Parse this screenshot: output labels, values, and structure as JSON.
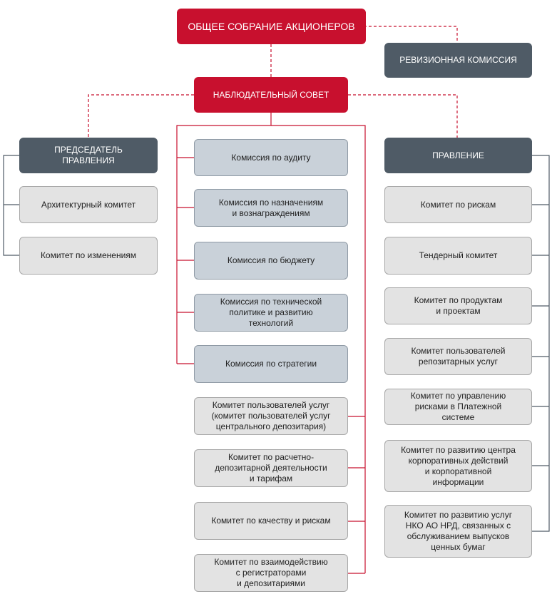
{
  "colors": {
    "red": "#c8102e",
    "dark": "#4f5b66",
    "blue": "#c9d1d9",
    "light": "#e3e3e3",
    "line_dark": "#4f5b66"
  },
  "top": {
    "assembly": "ОБЩЕЕ СОБРАНИЕ АКЦИОНЕРОВ",
    "audit_commission": "РЕВИЗИОННАЯ  КОМИССИЯ",
    "supervisory_board": "НАБЛЮДАТЕЛЬНЫЙ  СОВЕТ"
  },
  "left": {
    "header": "ПРЕДСЕДАТЕЛЬ\nПРАВЛЕНИЯ",
    "items": [
      "Архитектурный  комитет",
      "Комитет  по изменениям"
    ]
  },
  "center": {
    "commissions": [
      "Комиссия  по аудиту",
      "Комиссия  по назначениям\nи вознаграждениям",
      "Комиссия  по бюджету",
      "Комиссия  по технической\nполитике  и развитию\nтехнологий",
      "Комиссия  по стратегии"
    ],
    "committees": [
      "Комитет  пользователей  услуг\n(комитет  пользователей  услуг\nцентрального  депозитария)",
      "Комитет  по расчетно-\nдепозитарной  деятельности\nи тарифам",
      "Комитет  по качеству  и рискам",
      "Комитет  по взаимодействию\nс регистраторами\nи депозитариями"
    ]
  },
  "right": {
    "header": "ПРАВЛЕНИЕ",
    "items": [
      "Комитет  по рискам",
      "Тендерный  комитет",
      "Комитет  по продуктам\nи проектам",
      "Комитет  пользователей\nрепозитарных  услуг",
      "Комитет  по управлению\nрисками  в Платежной\nсистеме",
      "Комитет  по развитию  центра\nкорпоративных  действий\nи корпоративной\nинформации",
      "Комитет  по развитию  услуг\nНКО  АО НРД,  связанных  с\nобслуживанием  выпусков\nценных  бумаг"
    ]
  }
}
